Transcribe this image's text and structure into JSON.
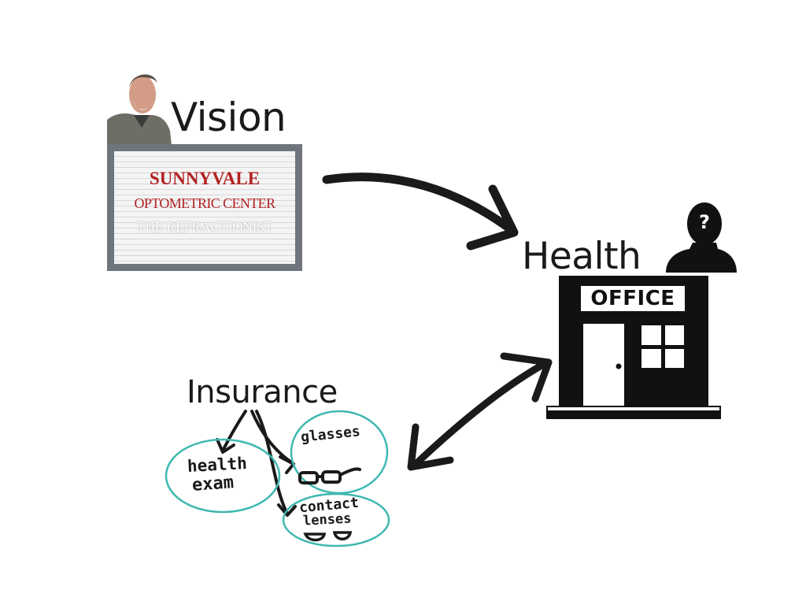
{
  "vision": {
    "title": "Vision",
    "sign_lines": [
      "SUNNYVALE",
      "OPTOMETRIC CENTER",
      "THE REFRACTIONIST"
    ]
  },
  "health": {
    "title": "Health",
    "office_label": "OFFICE",
    "question_mark": "?"
  },
  "insurance": {
    "title": "Insurance",
    "items": {
      "health_exam": [
        "health",
        "exam"
      ],
      "glasses": "glasses",
      "contact_lenses": [
        "contact",
        "lenses"
      ]
    }
  },
  "colors": {
    "ink": "#1a1a1a",
    "sign_red": "#b22222",
    "circle_teal": "#3fb8b0",
    "sign_frame": "#6f757c"
  },
  "icons": [
    "person-photo",
    "person-silhouette-icon",
    "office-building-icon",
    "glasses-icon",
    "contact-lens-icon"
  ]
}
